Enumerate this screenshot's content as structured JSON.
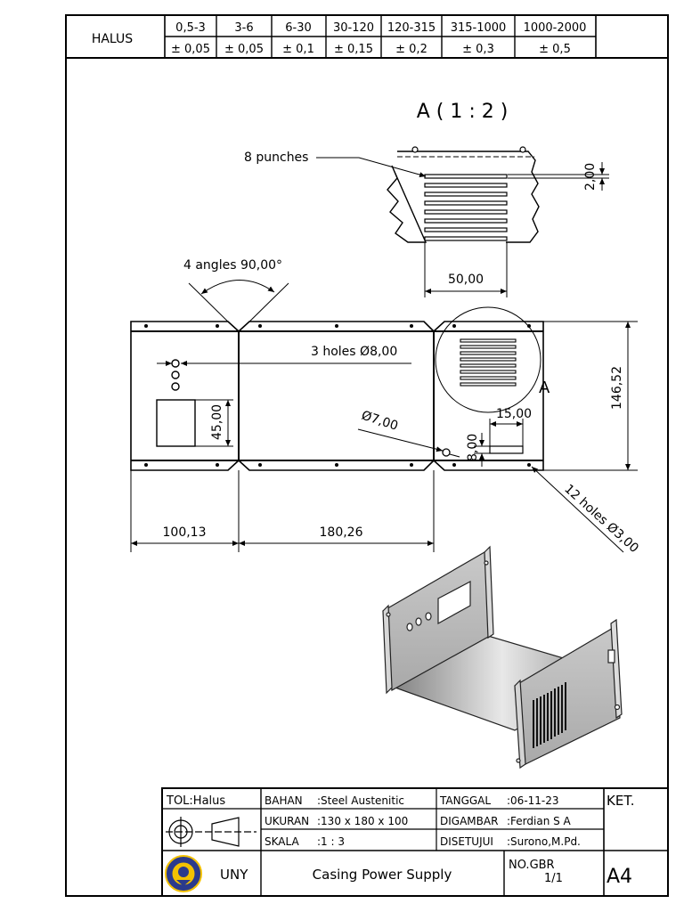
{
  "tolerance_table": {
    "label": "HALUS",
    "ranges": [
      "0,5-3",
      "3-6",
      "6-30",
      "30-120",
      "120-315",
      "315-1000",
      "1000-2000"
    ],
    "tolerances": [
      "± 0,05",
      "± 0,05",
      "± 0,1",
      "± 0,15",
      "± 0,2",
      "± 0,3",
      "± 0,5"
    ]
  },
  "detail": {
    "title": "A ( 1 : 2 )",
    "punch_note": "8 punches",
    "slot_dim": "2,00",
    "width_dim": "50,00",
    "marker": "A"
  },
  "flat_pattern": {
    "angles_note": "4 angles 90,00°",
    "holes_note": "3 holes Ø8,00",
    "hole_note": "Ø7,00",
    "window_dim": "45,00",
    "slot_w_dim": "15,00",
    "slot_h_dim": "8,00",
    "height_dim": "146,52",
    "small_holes_note": "12 holes Ø3,00",
    "dim_left": "100,13",
    "dim_mid": "180,26"
  },
  "title_block": {
    "tol": "TOL:Halus",
    "bahan_key": "BAHAN",
    "bahan_val": ":Steel Austenitic",
    "ukuran_key": "UKURAN",
    "ukuran_val": ":130 x 180 x 100",
    "skala_key": "SKALA",
    "skala_val": ":1 : 3",
    "tanggal_key": "TANGGAL",
    "tanggal_val": ":06-11-23",
    "digambar_key": "DIGAMBAR",
    "digambar_val": ":Ferdian S A",
    "disetujui_key": "DISETUJUI",
    "disetujui_val": ":Surono,M.Pd.",
    "ket": "KET.",
    "institution": "UNY",
    "drawing_title": "Casing Power Supply",
    "no_gbr": "NO.GBR",
    "sheet": "1/1",
    "paper": "A4"
  }
}
